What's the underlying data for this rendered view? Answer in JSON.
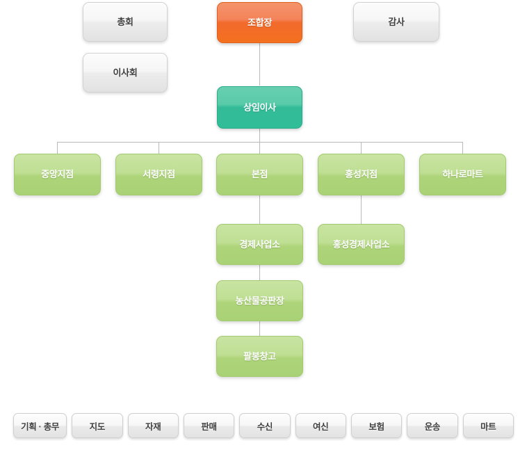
{
  "chart": {
    "type": "org-chart",
    "title": "",
    "nodes": {
      "assembly": {
        "label": "총회",
        "style": "gray"
      },
      "board": {
        "label": "이사회",
        "style": "gray"
      },
      "chairman": {
        "label": "조합장",
        "style": "orange"
      },
      "auditor": {
        "label": "감사",
        "style": "gray"
      },
      "executive": {
        "label": "상임이사",
        "style": "teal"
      }
    },
    "branches": [
      {
        "label": "중앙지점",
        "style": "green"
      },
      {
        "label": "서령지점",
        "style": "green"
      },
      {
        "label": "본점",
        "style": "green"
      },
      {
        "label": "홍성지점",
        "style": "green"
      },
      {
        "label": "하나로마트",
        "style": "green"
      }
    ],
    "sub_units": [
      {
        "label": "경제사업소",
        "style": "green",
        "parent": "본점"
      },
      {
        "label": "홍성경제사업소",
        "style": "green",
        "parent": "홍성지점"
      },
      {
        "label": "농산물공판장",
        "style": "green",
        "parent": "경제사업소"
      },
      {
        "label": "팔봉창고",
        "style": "green",
        "parent": "농산물공판장"
      }
    ],
    "departments": [
      {
        "label": "기획 · 총무"
      },
      {
        "label": "지도"
      },
      {
        "label": "자재"
      },
      {
        "label": "판매"
      },
      {
        "label": "수신"
      },
      {
        "label": "여신"
      },
      {
        "label": "보험"
      },
      {
        "label": "운송"
      },
      {
        "label": "마트"
      }
    ],
    "colors": {
      "orange": "#f26a2c",
      "teal": "#33bb97",
      "green": "#aed47a",
      "gray": "#ececec",
      "connector": "#b9b9b9"
    }
  }
}
